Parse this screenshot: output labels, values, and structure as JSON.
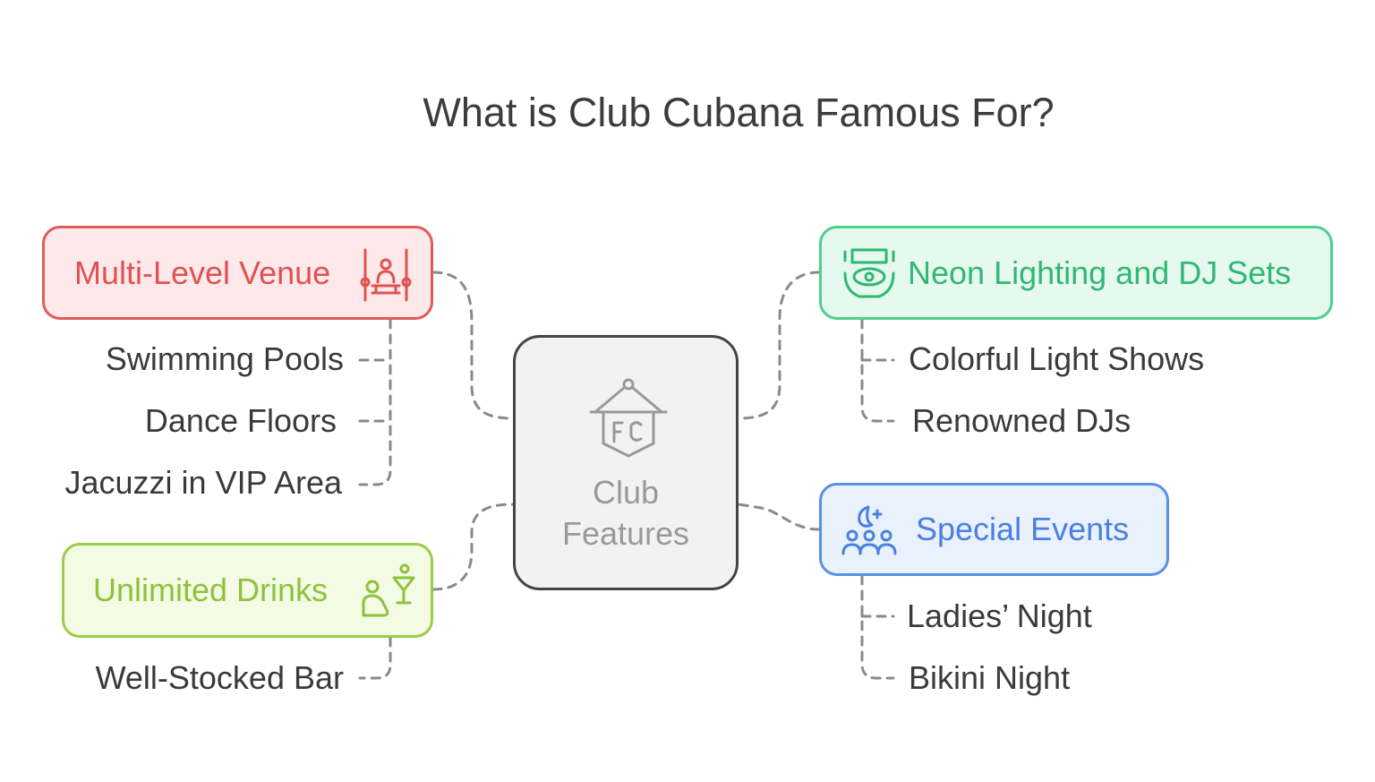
{
  "title": "What is Club Cubana Famous For?",
  "center": {
    "line1": "Club",
    "line2": "Features"
  },
  "branches": {
    "multi_level": {
      "label": "Multi-Level Venue",
      "items": [
        "Swimming Pools",
        "Dance Floors",
        "Jacuzzi in VIP Area"
      ]
    },
    "drinks": {
      "label": "Unlimited Drinks",
      "items": [
        "Well-Stocked Bar"
      ]
    },
    "neon": {
      "label": "Neon Lighting and DJ Sets",
      "items": [
        "Colorful Light Shows",
        "Renowned DJs"
      ]
    },
    "events": {
      "label": "Special Events",
      "items": [
        "Ladies’ Night",
        "Bikini Night"
      ]
    }
  },
  "colors": {
    "red": "#e05a5a",
    "green": "#4fcf8e",
    "blue": "#5b8fe6",
    "lime": "#9ccc4b",
    "connector": "#8a8a8a"
  },
  "icons": {
    "multi_level": "venue-levels-icon",
    "drinks": "cocktail-person-icon",
    "neon": "dj-lights-icon",
    "events": "party-crowd-icon",
    "center": "club-banner-icon"
  }
}
